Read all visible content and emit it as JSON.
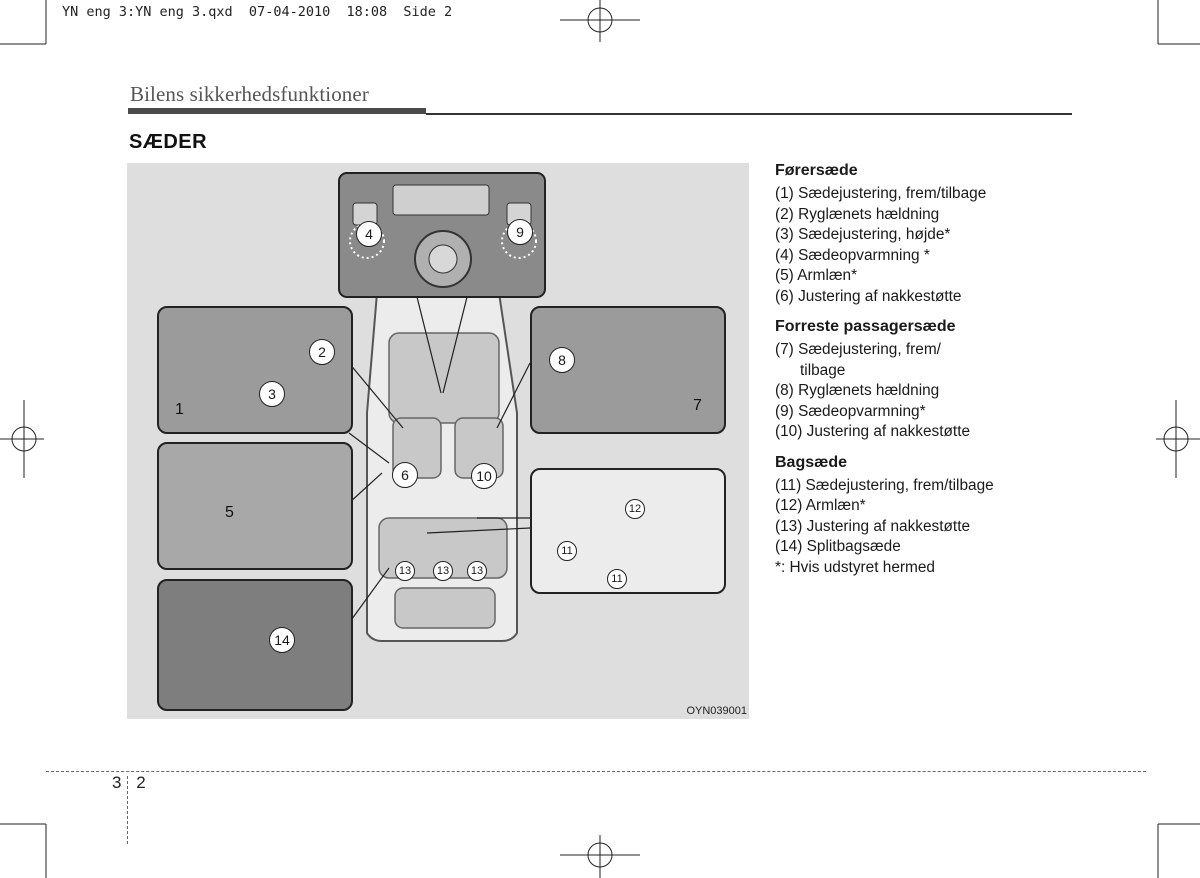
{
  "slug": "YN eng 3:YN eng 3.qxd  07-04-2010  18:08  Side 2",
  "section_title": "Bilens sikkerhedsfunktioner",
  "heading": "SÆDER",
  "figure": {
    "code": "OYN039001",
    "callouts": [
      "1",
      "2",
      "3",
      "4",
      "5",
      "6",
      "7",
      "8",
      "9",
      "10",
      "11",
      "11",
      "12",
      "13",
      "13",
      "13",
      "14"
    ]
  },
  "groups": [
    {
      "title": "Førersæde",
      "items": [
        "(1) Sædejustering, frem/tilbage",
        "(2) Ryglænets hældning",
        "(3) Sædejustering, højde*",
        "(4) Sædeopvarmning *",
        "(5) Armlæn*",
        "(6) Justering af nakkestøtte"
      ]
    },
    {
      "title": "Forreste passagersæde",
      "items": [
        "(7) Sædejustering, frem/",
        "tilbage",
        "(8) Ryglænets hældning",
        "(9) Sædeopvarmning*",
        "(10) Justering af nakkestøtte"
      ]
    },
    {
      "title": "Bagsæde",
      "items": [
        "(11) Sædejustering, frem/tilbage",
        "(12) Armlæn*",
        "(13) Justering af nakkestøtte",
        "(14) Splitbagsæde",
        "*: Hvis udstyret hermed"
      ]
    }
  ],
  "page_number": [
    "3",
    "2"
  ]
}
